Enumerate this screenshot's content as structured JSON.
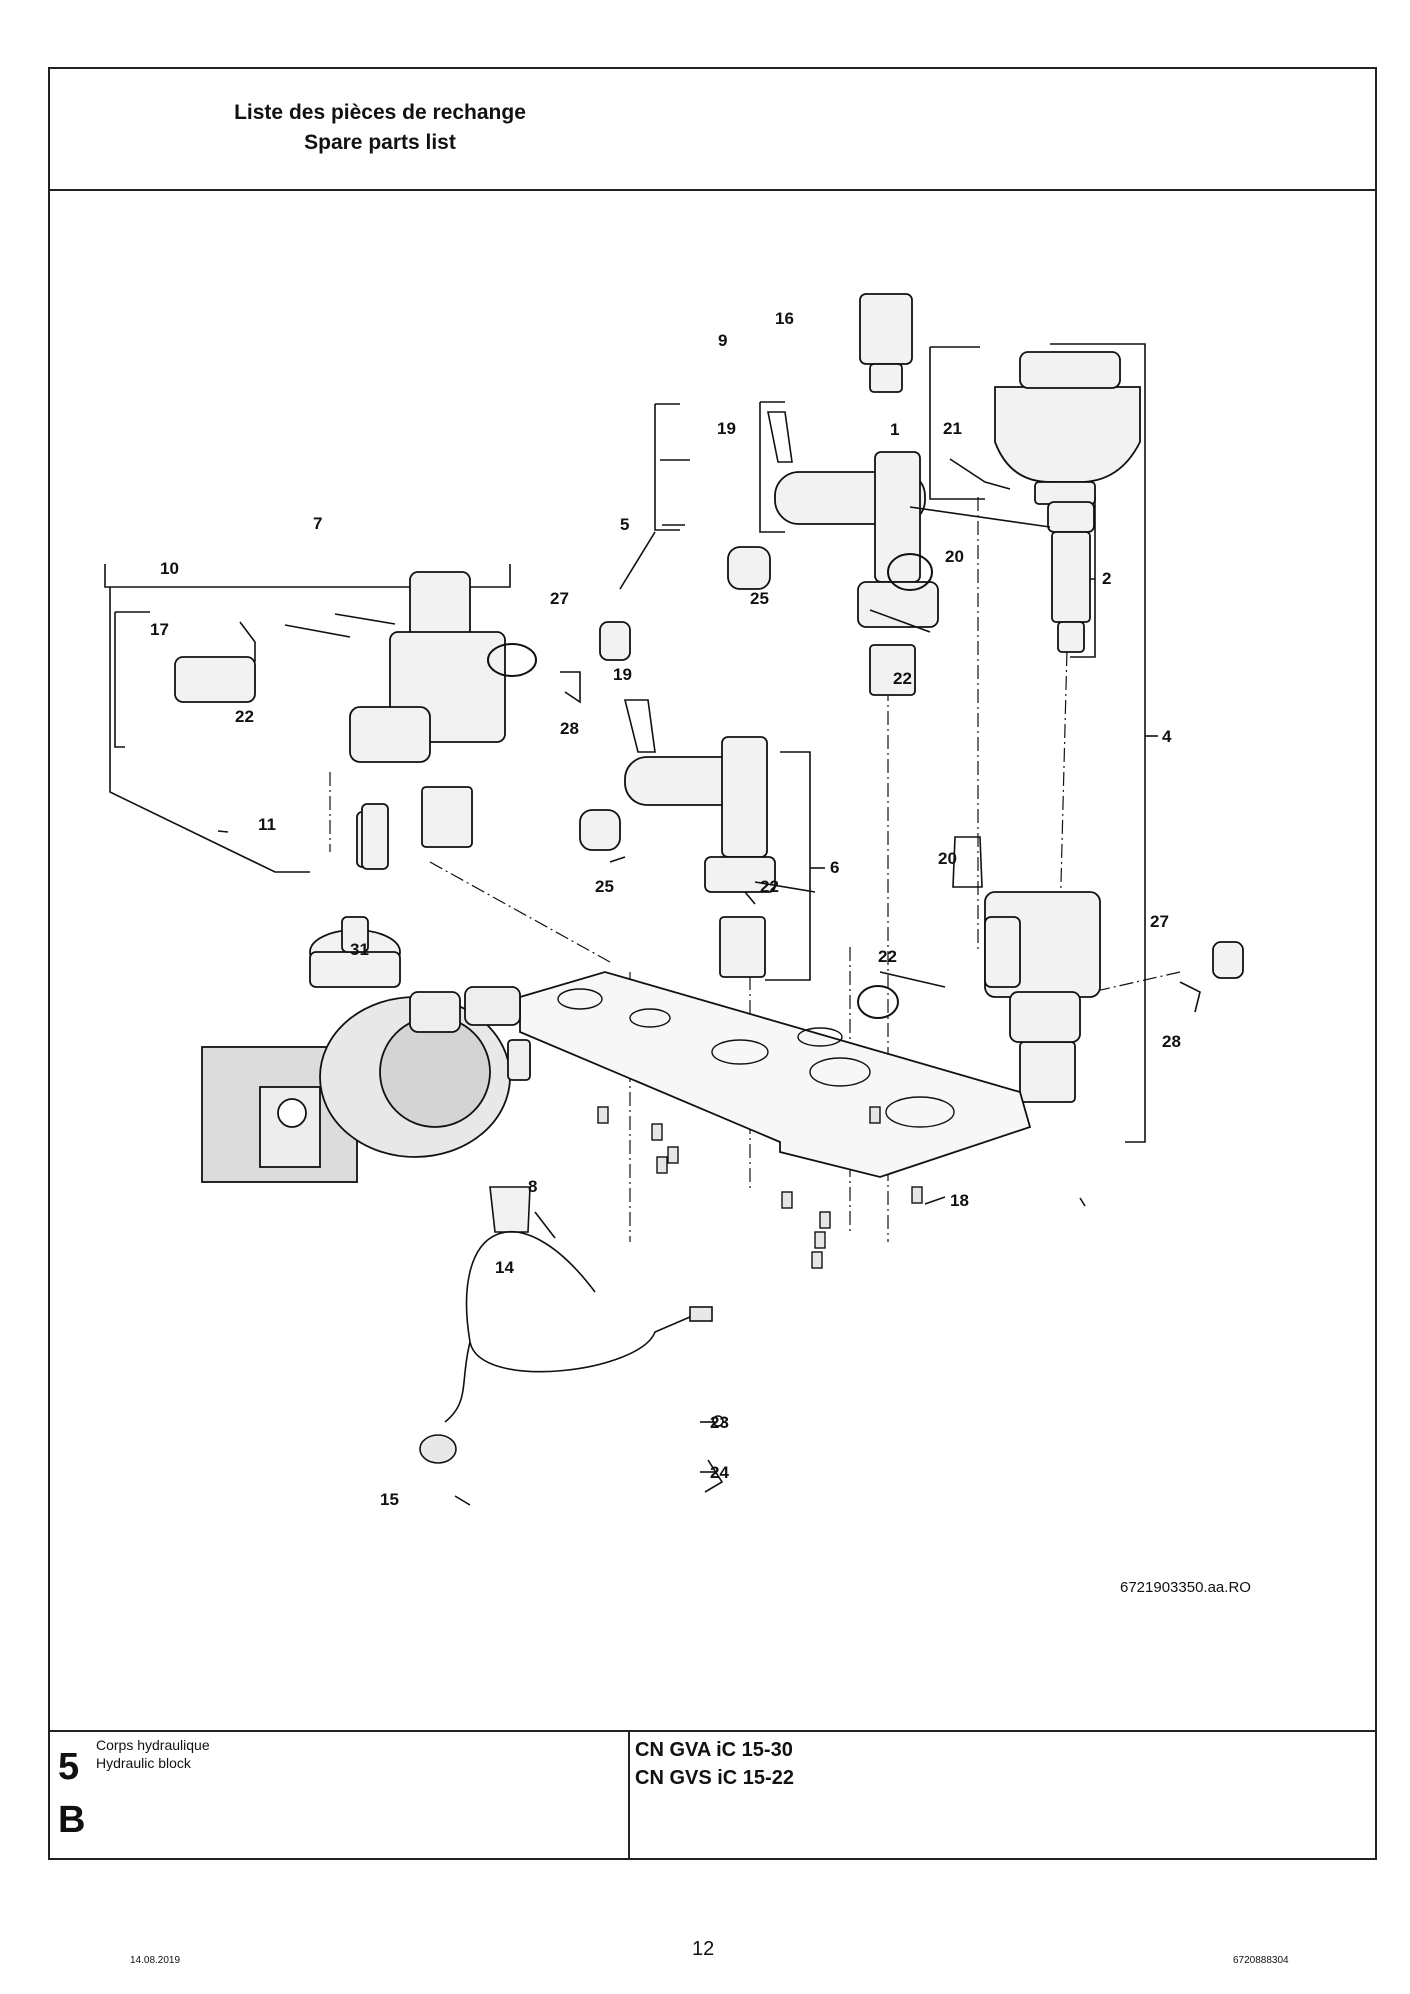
{
  "header": {
    "title_fr": "Liste des pièces de rechange",
    "title_en": "Spare parts list"
  },
  "drawing": {
    "id": "6721903350.aa.RO",
    "callouts": [
      "1",
      "2",
      "4",
      "5",
      "6",
      "7",
      "8",
      "9",
      "10",
      "11",
      "14",
      "15",
      "16",
      "17",
      "18",
      "19",
      "19",
      "20",
      "20",
      "21",
      "22",
      "22",
      "22",
      "22",
      "23",
      "24",
      "25",
      "25",
      "27",
      "27",
      "28",
      "28",
      "31"
    ]
  },
  "section": {
    "number": "5",
    "letter": "B",
    "name_fr": "Corps hydraulique",
    "name_en": "Hydraulic block"
  },
  "models": [
    "CN GVA iC 15-30",
    "CN GVS iC 15-22"
  ],
  "footer": {
    "date": "14.08.2019",
    "page": "12",
    "doc_number": "6720888304"
  }
}
